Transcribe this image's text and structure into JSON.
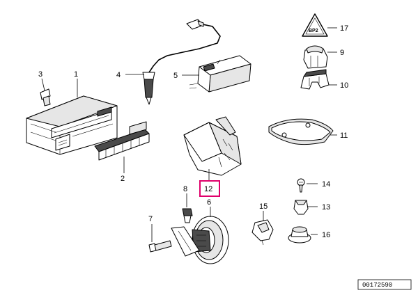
{
  "labels": {
    "l1": "1",
    "l2": "2",
    "l3": "3",
    "l4": "4",
    "l5": "5",
    "l6": "6",
    "l7": "7",
    "l8": "8",
    "l9": "9",
    "l10": "10",
    "l11": "11",
    "l12": "12",
    "l13": "13",
    "l14": "14",
    "l15": "15",
    "l16": "16",
    "l17": "17"
  },
  "warning_sign_text": "BP2",
  "document_id": "00172590",
  "highlighted_callout": "12",
  "colors": {
    "highlight": "#e0006b",
    "line": "#000000",
    "background": "#ffffff"
  }
}
